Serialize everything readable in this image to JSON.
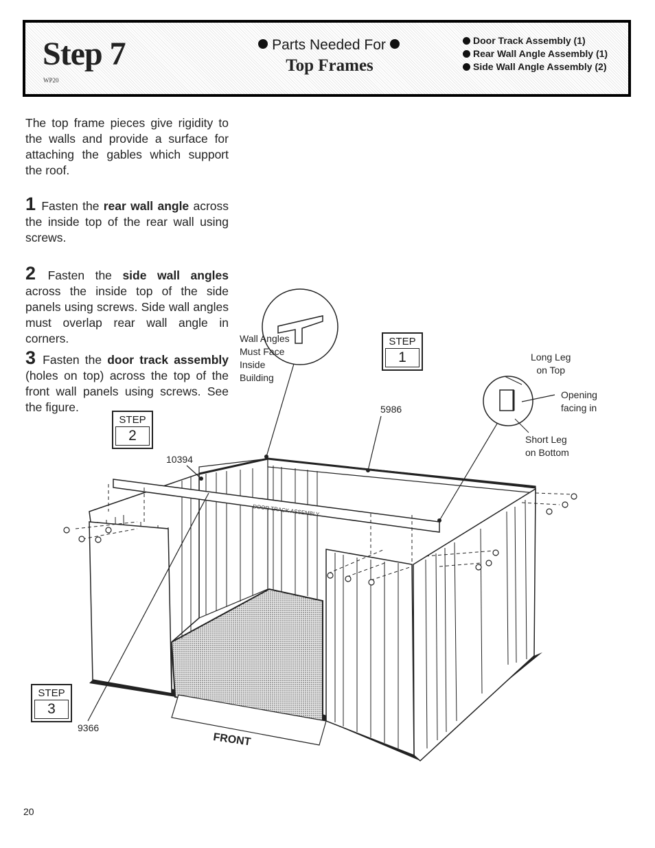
{
  "header": {
    "step_title": "Step 7",
    "code": "WP20",
    "parts_needed_label": "Parts Needed For",
    "parts_needed_subject": "Top Frames",
    "parts_list": [
      "Door Track Assembly (1)",
      "Rear Wall Angle Assembly (1)",
      "Side Wall Angle Assembly (2)"
    ]
  },
  "intro": "The top frame pieces give rigidity to the walls and provide a surface for attaching the gables which support the roof.",
  "steps": [
    {
      "number": "1",
      "lead": "Fasten the ",
      "bold": "rear wall angle",
      "tail": " across the inside top of the rear wall using screws."
    },
    {
      "number": "2",
      "lead": "Fasten the ",
      "bold": "side wall angles",
      "tail": " across the inside top of the side panels using screws. Side wall angles must overlap rear wall angle in corners."
    },
    {
      "number": "3",
      "lead": "Fasten the ",
      "bold": "door track assembly",
      "tail": " (holes on top) across the top of the front wall panels using screws. See the figure."
    }
  ],
  "figure": {
    "step_boxes": [
      {
        "label": "STEP",
        "value": "1"
      },
      {
        "label": "STEP",
        "value": "2"
      },
      {
        "label": "STEP",
        "value": "3"
      }
    ],
    "part_numbers": [
      "5986",
      "10394",
      "9366"
    ],
    "callout_wall_angles": [
      "Wall Angles",
      "Must Face",
      "Inside",
      "Building"
    ],
    "callout_long_leg": [
      "Long Leg",
      "on Top"
    ],
    "callout_opening": [
      "Opening",
      "facing in"
    ],
    "callout_short_leg": [
      "Short Leg",
      "on Bottom"
    ],
    "track_label": "DOOR TRACK ASSEMBLY",
    "front_label": "FRONT"
  },
  "page_number": "20"
}
